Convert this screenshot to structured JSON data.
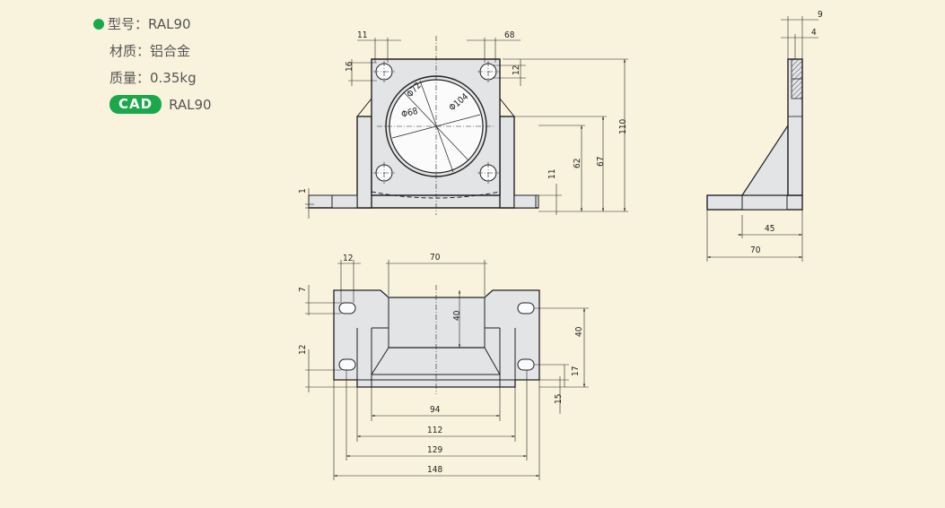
{
  "spec": {
    "model_label": "型号：",
    "model_value": "RAL90",
    "material": "材质：铝合金",
    "weight": "质量：0.35kg",
    "cad_badge": "CAD",
    "cad_model": "RAL90"
  },
  "colors": {
    "background": "#f9f3dd",
    "accent": "#1aa84a",
    "part_fill": "#e3e4e6",
    "line": "#222222"
  },
  "dimensions": {
    "front": {
      "hole_gap": "11",
      "hole_gap2": "68",
      "slot_h": "16",
      "slot_h2": "12",
      "dia_72": "Φ72",
      "dia_68": "Φ68",
      "dia_104": "Φ104",
      "height_110": "110",
      "height_67": "67",
      "height_62": "62",
      "base_11": "11",
      "base_1": "1"
    },
    "side": {
      "top_9": "9",
      "top_4": "4",
      "w_45": "45",
      "w_70": "70"
    },
    "plan": {
      "slot_12": "12",
      "gap_70": "70",
      "h_7": "7",
      "h_12": "12",
      "depth_40": "40",
      "h_40": "40",
      "h_17": "17",
      "h_15": "15",
      "w_94": "94",
      "w_112": "112",
      "w_129": "129",
      "w_148": "148"
    }
  }
}
